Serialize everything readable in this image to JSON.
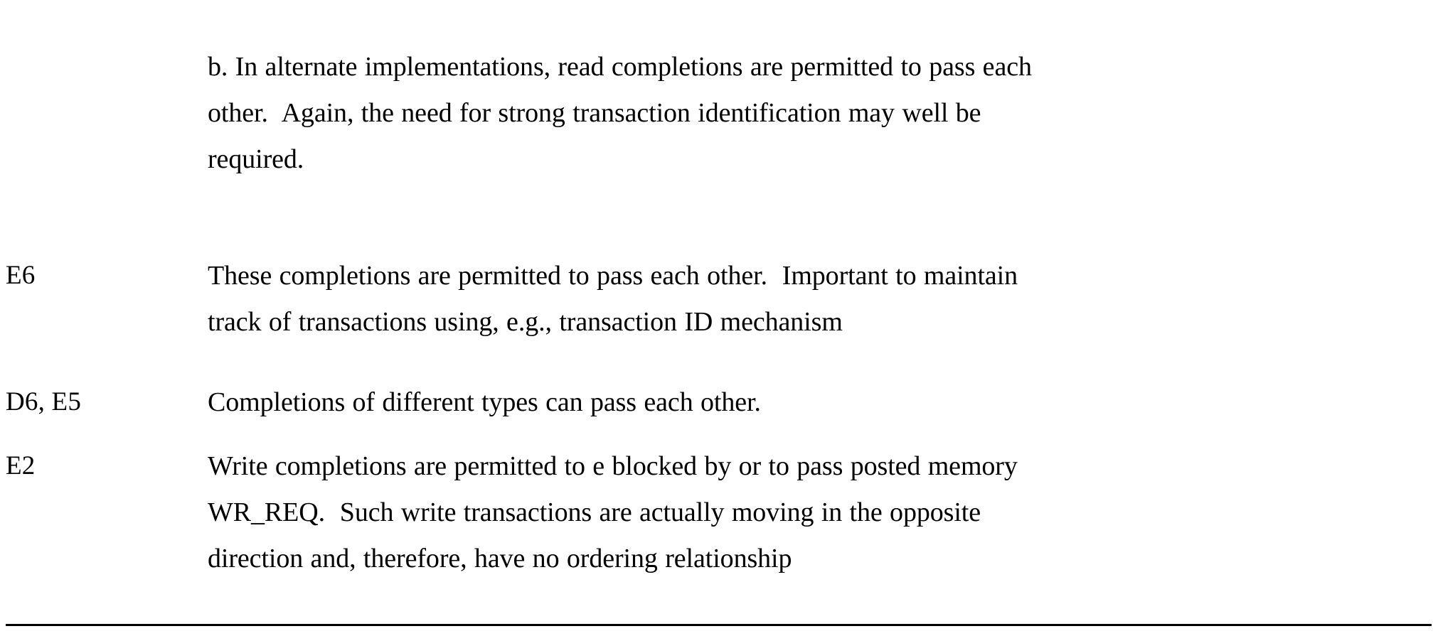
{
  "document": {
    "type": "scanned-document-table",
    "background_color": "#ffffff",
    "text_color": "#000000",
    "border_color": "#000000"
  },
  "table": {
    "columns": [
      "rule-id",
      "description"
    ],
    "rows": [
      {
        "label": "",
        "lines": [
          "b. In alternate implementations, read completions are permitted to pass each",
          "other.  Again, the need for strong transaction identification may well be",
          "required."
        ]
      },
      {
        "label": "E6",
        "lines": [
          "These completions are permitted to pass each other.  Important to maintain",
          "track of transactions using, e.g., transaction ID mechanism"
        ]
      },
      {
        "label": "D6, E5",
        "lines": [
          "Completions of different types can pass each other."
        ]
      },
      {
        "label": "E2",
        "lines": [
          "Write completions are permitted to e blocked by or to pass posted memory",
          "WR_REQ.  Such write transactions are actually moving in the opposite",
          "direction and, therefore, have no ordering relationship"
        ]
      }
    ]
  }
}
